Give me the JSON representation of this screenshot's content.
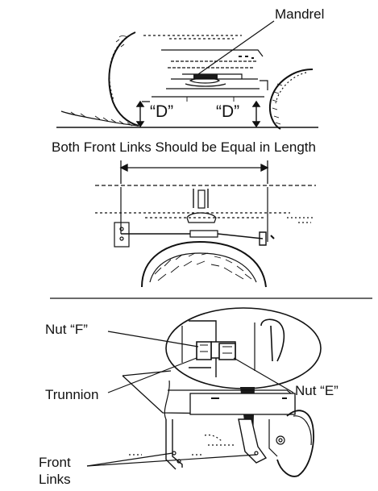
{
  "panel1": {
    "mandrel_label": "Mandrel",
    "dim_left": "“D”",
    "dim_right": "“D”"
  },
  "panel2": {
    "caption": "Both Front Links Should be Equal in Length"
  },
  "panel3": {
    "nut_f_label": "Nut “F”",
    "nut_e_label": "Nut “E”",
    "trunnion_label": "Trunnion",
    "front_links_label_line1": "Front",
    "front_links_label_line2": "Links"
  },
  "colors": {
    "ink": "#111111",
    "dark_fill": "#1a1a1a",
    "paper": "#ffffff"
  }
}
